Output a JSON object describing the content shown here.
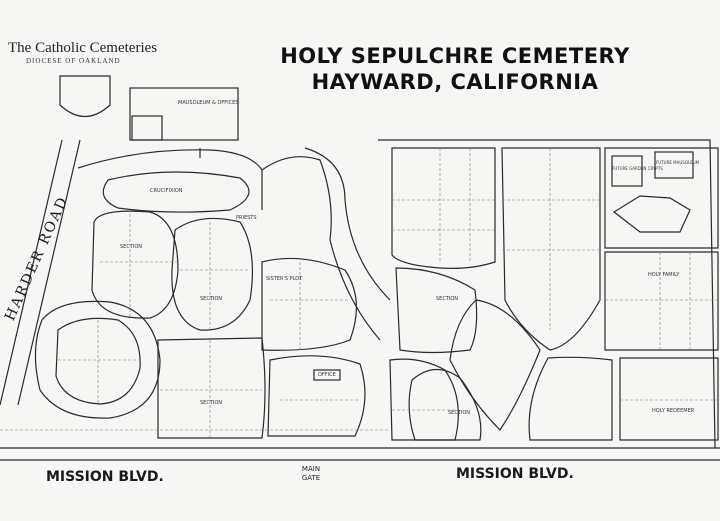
{
  "organization": "The Catholic Cemeteries",
  "diocese": "DIOCESE OF OAKLAND",
  "title_line1": "HOLY SEPULCHRE CEMETERY",
  "title_line2": "HAYWARD, CALIFORNIA",
  "roads": {
    "harder": "HARDER ROAD",
    "mission_left": "MISSION BLVD.",
    "mission_right": "MISSION BLVD."
  },
  "main_gate": "MAIN GATE",
  "labels": {
    "mausoleum": "MAUSOLEUM & OFFICES",
    "crucifixion": "CRUCIFIXION",
    "future_garden": "FUTURE GARDEN CRYPTS",
    "future_mausoleum": "FUTURE MAUSOLEUM",
    "holy_family": "HOLY FAMILY",
    "holy_redeemer": "HOLY REDEEMER",
    "priests": "PRIESTS",
    "sisters": "SISTER'S PLOT",
    "section": "SECTION",
    "office": "OFFICE"
  },
  "colors": {
    "ink": "#1f1f1f",
    "paper": "#f6f6f4",
    "road": "#555555"
  }
}
